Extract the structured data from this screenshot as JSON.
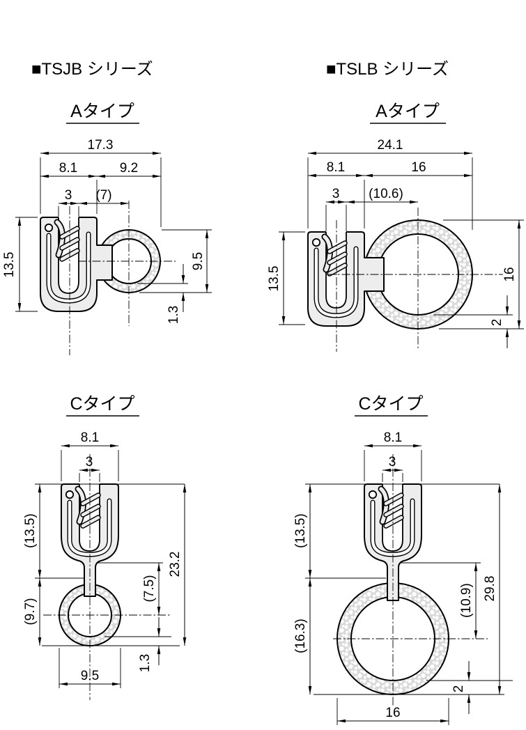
{
  "colors": {
    "line": "#000000",
    "body_fill": "#ededed",
    "sponge_base": "#d9d9d9",
    "background": "#ffffff"
  },
  "series": [
    {
      "title": "■TSJB シリーズ",
      "types": {
        "a": {
          "label": "Aタイプ",
          "dims": {
            "overall_width": "17.3",
            "grip_width": "8.1",
            "bulb_side_width": "9.2",
            "slot_width": "3",
            "bulb_center_offset": "(7)",
            "grip_height": "13.5",
            "bulb_diameter": "9.5",
            "bulb_wall": "1.3"
          }
        },
        "c": {
          "label": "Cタイプ",
          "dims": {
            "grip_width": "8.1",
            "slot_width": "3",
            "grip_height": "(13.5)",
            "bulb_height": "(9.7)",
            "overall_height": "23.2",
            "neck_to_center": "(7.5)",
            "bulb_diameter": "9.5",
            "bulb_wall": "1.3"
          }
        }
      }
    },
    {
      "title": "■TSLB シリーズ",
      "types": {
        "a": {
          "label": "Aタイプ",
          "dims": {
            "overall_width": "24.1",
            "grip_width": "8.1",
            "bulb_side_width": "16",
            "slot_width": "3",
            "bulb_center_offset": "(10.6)",
            "grip_height": "13.5",
            "bulb_diameter": "16",
            "bulb_wall": "2"
          }
        },
        "c": {
          "label": "Cタイプ",
          "dims": {
            "grip_width": "8.1",
            "slot_width": "3",
            "grip_height": "(13.5)",
            "bulb_height": "(16.3)",
            "overall_height": "29.8",
            "neck_to_center": "(10.9)",
            "bulb_diameter": "16",
            "bulb_wall": "2"
          }
        }
      }
    }
  ]
}
